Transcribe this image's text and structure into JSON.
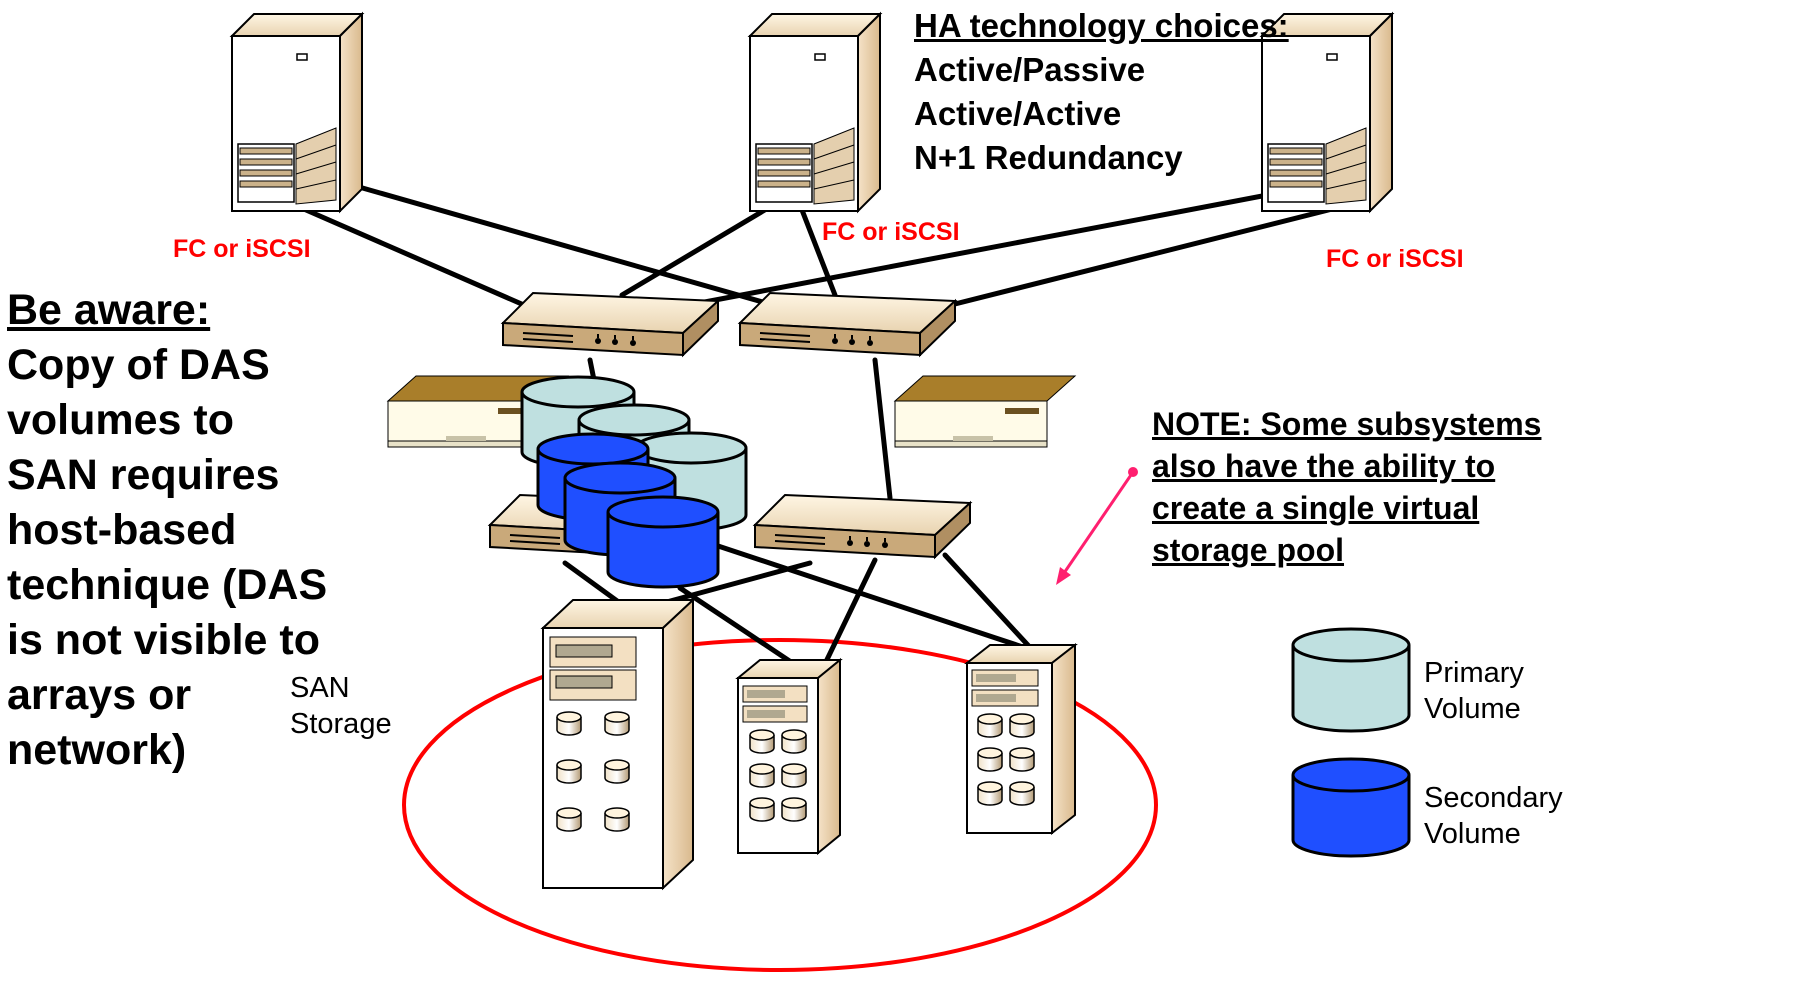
{
  "ha": {
    "title": "HA technology choices:",
    "lines": [
      "Active/Passive",
      "Active/Active",
      "N+1 Redundancy"
    ]
  },
  "fc_labels": [
    "FC or iSCSI",
    "FC or iSCSI",
    "FC or iSCSI"
  ],
  "aware": {
    "title": "Be aware:",
    "lines": [
      "Copy of DAS",
      "volumes to",
      "SAN requires",
      "host-based",
      "technique (DAS",
      "is not visible to",
      "arrays or",
      "network)"
    ]
  },
  "note": {
    "lines": [
      "NOTE: Some subsystems",
      "also have the ability to",
      "create a single virtual",
      "storage pool"
    ]
  },
  "san": {
    "line1": "SAN",
    "line2": "Storage"
  },
  "legend": {
    "primary": {
      "line1": "Primary",
      "line2": "Volume",
      "color": "#bfe0e0"
    },
    "secondary": {
      "line1": "Secondary",
      "line2": "Volume",
      "color": "#1f4fff"
    }
  },
  "colors": {
    "annotation": "#ff0000",
    "arrow": "#ff1f6f",
    "device": "#d8c3a0"
  }
}
